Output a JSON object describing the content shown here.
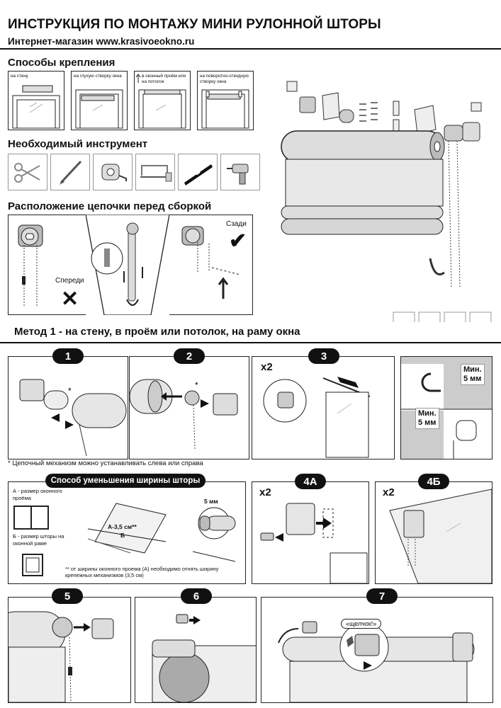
{
  "header": {
    "title": "ИНСТРУКЦИЯ ПО МОНТАЖУ МИНИ РУЛОННОЙ ШТОРЫ",
    "subtitle": "Интернет-магазин www.krasivoeokno.ru"
  },
  "mounting": {
    "heading": "Способы крепления",
    "options": [
      {
        "label": "на стену"
      },
      {
        "label": "на глухую створку окна"
      },
      {
        "label": "в оконный проём или на потолок"
      },
      {
        "label": "на поворотно-откидную створку окна"
      }
    ]
  },
  "tools": {
    "heading": "Необходимый инструмент",
    "items": [
      "scissors-icon",
      "pencil-icon",
      "tape-measure-icon",
      "hacksaw-icon",
      "level-icon",
      "drill-icon"
    ]
  },
  "chain": {
    "heading": "Расположение цепочки перед сборкой",
    "front_label": "Спереди",
    "back_label": "Сзади"
  },
  "method": {
    "heading": "Метод 1 - на стену, в проём или потолок, на раму окна"
  },
  "steps": {
    "s1": "1",
    "s2": "2",
    "s3": "3",
    "s4a": "4А",
    "s4b": "4Б",
    "s5": "5",
    "s6": "6",
    "s7": "7",
    "x2": "x2",
    "asterisk": "*",
    "min_label": "Мин.\n5 мм"
  },
  "footnote": "* Цепочный механизм можно устанавливать слева или справа",
  "width_reduce": {
    "heading": "Способ уменьшения ширины шторы",
    "a_label": "А - размер оконного проёма",
    "b_label": "Б - размер шторы на оконной раме",
    "dim_label": "А-3,5 см**",
    "dim_b": "Б",
    "five_mm": "5 мм",
    "note": "** от ширины оконного проема (А) необходимо отнять ширину крепежных механизмов (3,5 см)"
  },
  "click_label": "«щелчок!»"
}
